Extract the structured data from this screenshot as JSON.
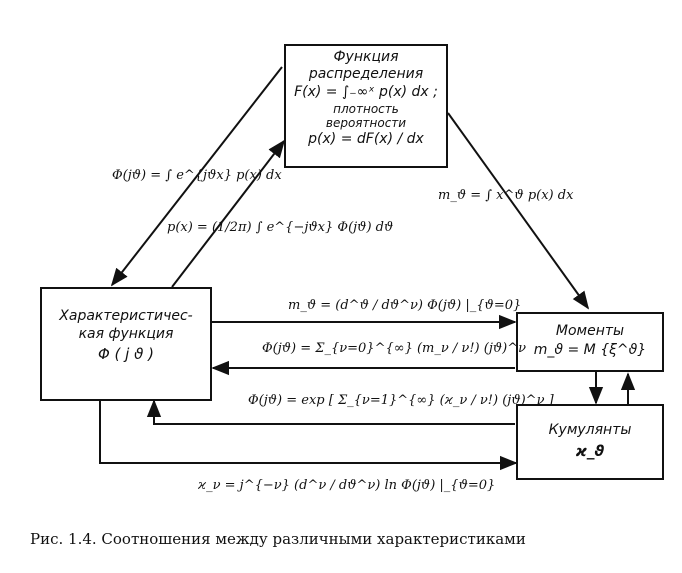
{
  "boxes": {
    "distribution": {
      "lines": [
        "Функция",
        "распределения",
        "F(x) = ∫₋∞ˣ p(x) dx ;",
        "плотность",
        "вероятности",
        "p(x) = dF(x) / dx"
      ]
    },
    "characteristic": {
      "lines": [
        "Характеристичес-",
        "кая функция",
        "Φ ( j ϑ )"
      ]
    },
    "moments": {
      "lines": [
        "Моменты",
        "m_ϑ = M {ξ^ϑ}"
      ]
    },
    "cumulants": {
      "lines": [
        "Кумулянты",
        "ϰ_ϑ"
      ]
    }
  },
  "relations": {
    "char_from_density": "Φ(jϑ) = ∫ e^{jϑx} p(x) dx",
    "density_from_char": "p(x) = (1/2π) ∫ e^{−jϑx} Φ(jϑ) dϑ",
    "moments_from_density": "m_ϑ = ∫ x^ϑ p(x) dx",
    "moments_from_char": "m_ϑ = (d^ϑ / dϑ^ν) Φ(jϑ) |_{ϑ=0}",
    "char_from_moments": "Φ(jϑ) = Σ_{ν=0}^{∞} (m_ν / ν!) (jϑ)^ν",
    "char_from_cumulants": "Φ(jϑ) = exp [ Σ_{ν=1}^{∞} (ϰ_ν / ν!) (jϑ)^ν ]",
    "cumulants_from_char": "ϰ_ν = j^{−ν} (d^ν / dϑ^ν) ln Φ(jϑ) |_{ϑ=0}"
  },
  "caption": "Рис. 1.4. Соотношения между различными характеристиками"
}
